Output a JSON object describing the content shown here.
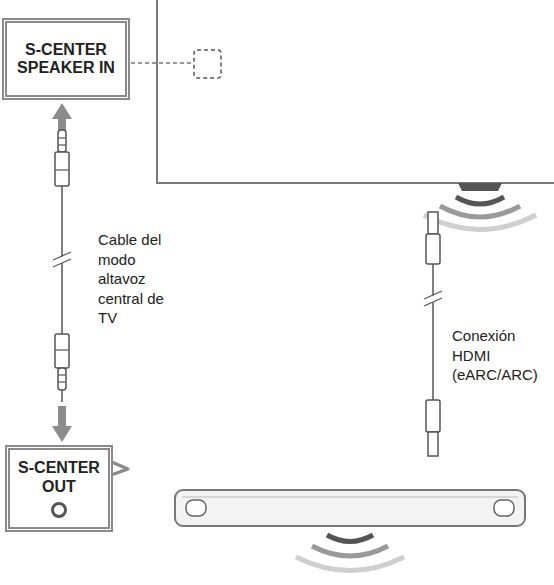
{
  "diagram": {
    "nodes": [
      {
        "text": [
          "S-CENTER SPEAKER IN"
        ]
      },
      {
        "text": [
          "S-CENTER OUT"
        ]
      }
    ],
    "edges": [
      {
        "from": 1,
        "to": 0,
        "arrow": "both",
        "label": "Cable del modo altavoz central de TV"
      }
    ],
    "labels": [
      "Conexión HDMI (eARC/ARC)"
    ]
  }
}
